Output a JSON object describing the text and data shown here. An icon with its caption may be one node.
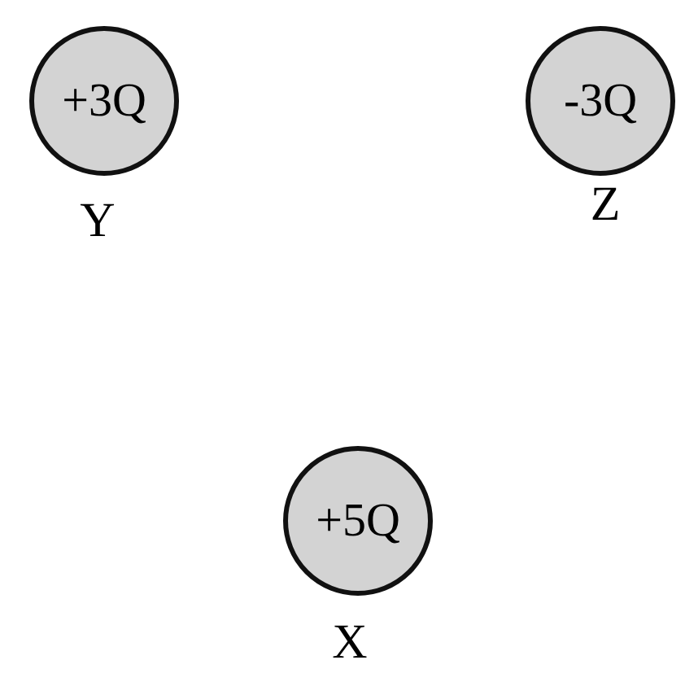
{
  "diagram": {
    "nodes": [
      {
        "text": [
          "+3Q"
        ],
        "beside": [
          "Y"
        ]
      },
      {
        "text": [
          "-3Q"
        ],
        "beside": [
          "Z"
        ]
      },
      {
        "text": [
          "+5Q"
        ],
        "beside": [
          "X"
        ]
      }
    ]
  }
}
